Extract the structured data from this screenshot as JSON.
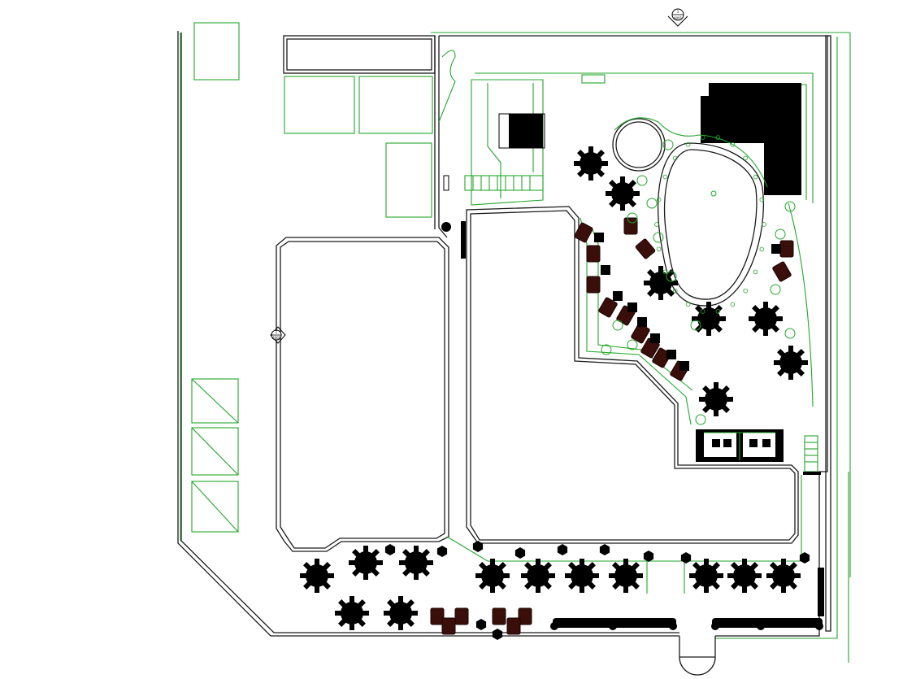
{
  "plan": {
    "section_tags": [
      {
        "id": "top",
        "number": "1",
        "sheet": "A001"
      },
      {
        "id": "left",
        "number": "1",
        "sheet": "A001"
      }
    ],
    "colors": {
      "wall": "#1a1a1a",
      "landscape": "#22a72b",
      "furniture": "#000000",
      "lounger": "#3a0f0a",
      "background": "#ffffff"
    },
    "icons": [
      "section-marker-icon",
      "umbrella-table-icon",
      "lounger-icon",
      "shrub-icon",
      "stair-icon"
    ]
  }
}
